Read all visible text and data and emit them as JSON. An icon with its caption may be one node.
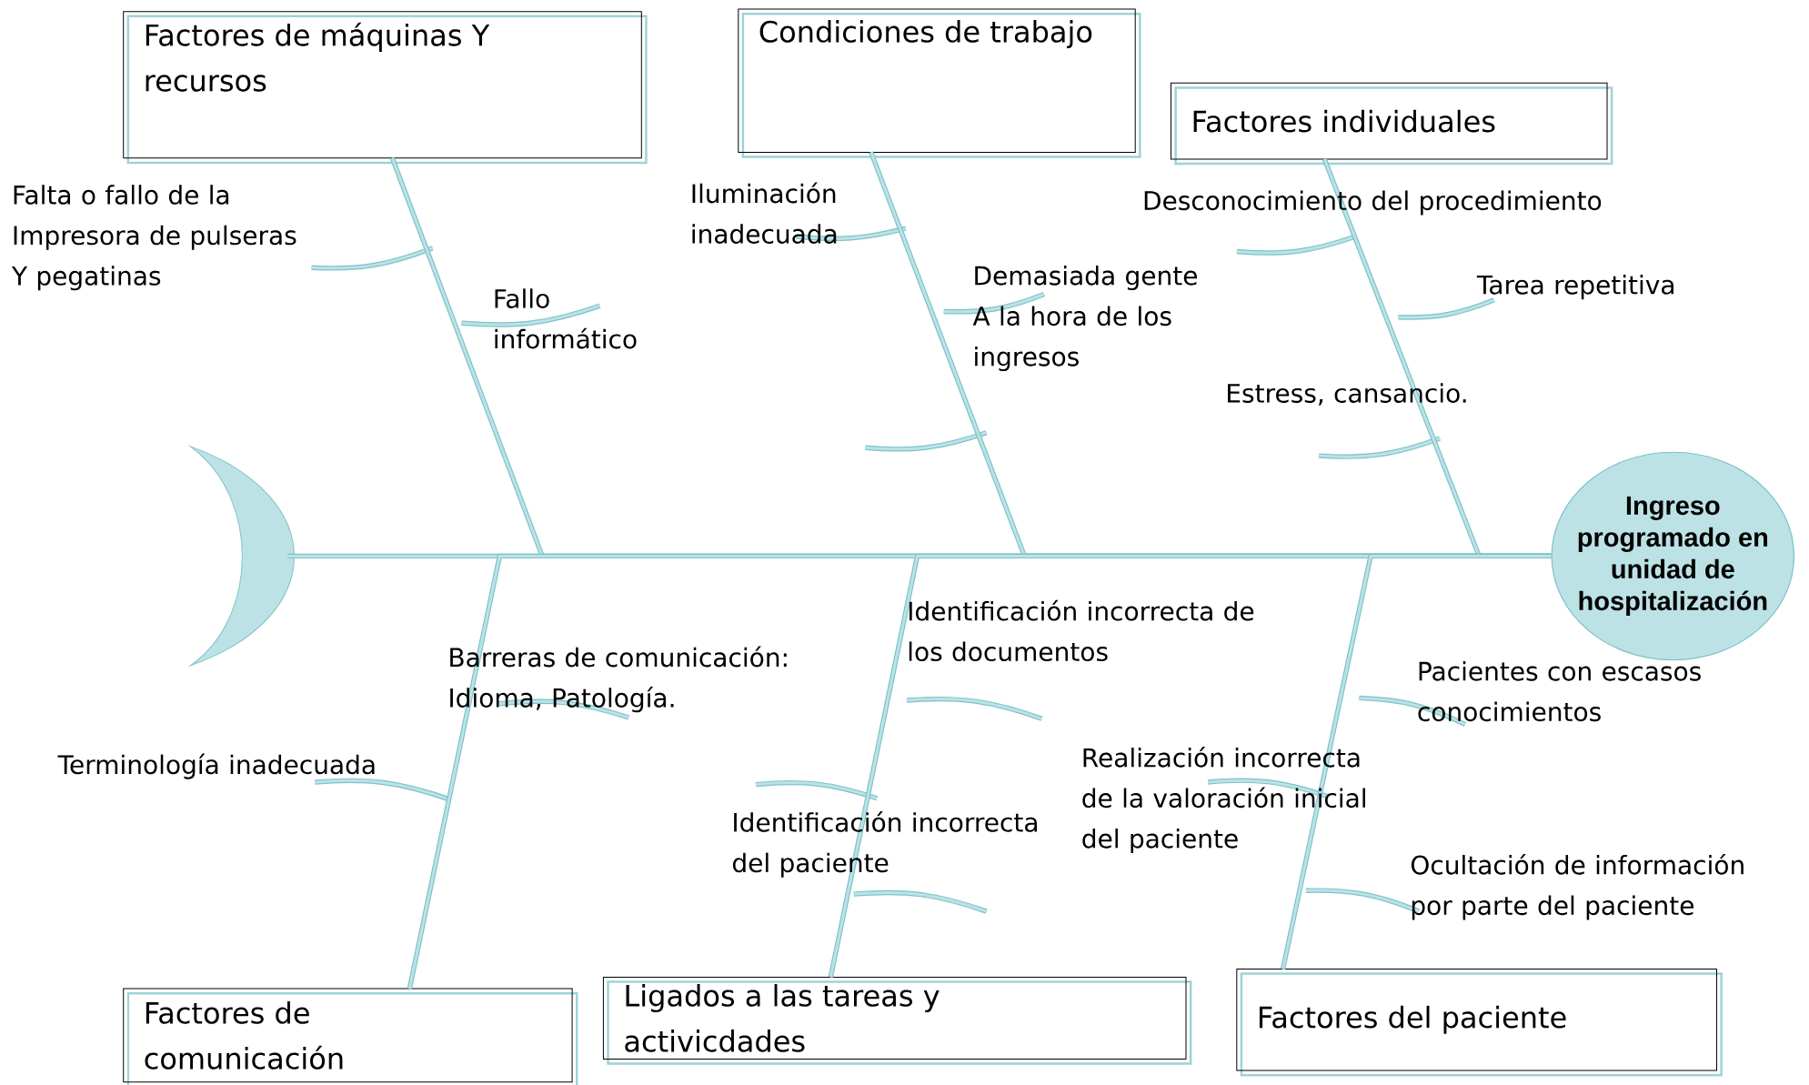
{
  "diagram": {
    "nodes": [
      {
        "text": [
          "Factores de máquinas Y recursos"
        ]
      },
      {
        "text": [
          "Condiciones de trabajo"
        ]
      },
      {
        "text": [
          "Factores individuales"
        ]
      },
      {
        "text": [
          "Factores de comunicación"
        ]
      },
      {
        "text": [
          "Ligados a las tareas y activicdades"
        ]
      },
      {
        "text": [
          "Factores del paciente"
        ]
      },
      {
        "text": [
          "Ingreso programado en unidad de hospitalización"
        ]
      },
      {
        "text": [],
        "shape": "crescent"
      }
    ],
    "edges": [
      {
        "from": 7,
        "to": 6,
        "arrow": "none"
      },
      {
        "from": 0,
        "to": 6,
        "arrow": "none"
      },
      {
        "from": 1,
        "to": 6,
        "arrow": "none"
      },
      {
        "from": 2,
        "to": 6,
        "arrow": "none"
      },
      {
        "from": 3,
        "to": 6,
        "arrow": "none"
      },
      {
        "from": 4,
        "to": 6,
        "arrow": "none"
      },
      {
        "from": 5,
        "to": 6,
        "arrow": "none"
      }
    ],
    "labels": [
      "Falta o fallo de la Impresora de pulseras Y pegatinas",
      "Fallo informático",
      "Iluminación inadecuada",
      "Demasiada gente A la hora de los ingresos",
      "Desconocimiento del procedimiento",
      "Tarea repetitiva",
      "Estress, cansancio.",
      "Barreras de comunicación: Idioma, Patología.",
      "Terminología inadecuada",
      "Identificación incorrecta de los documentos",
      "Identificación incorrecta del paciente",
      "Realización incorrecta de la valoración inicial del paciente",
      "Pacientes con escasos conocimientos",
      "Ocultación de información por parte del paciente"
    ]
  }
}
